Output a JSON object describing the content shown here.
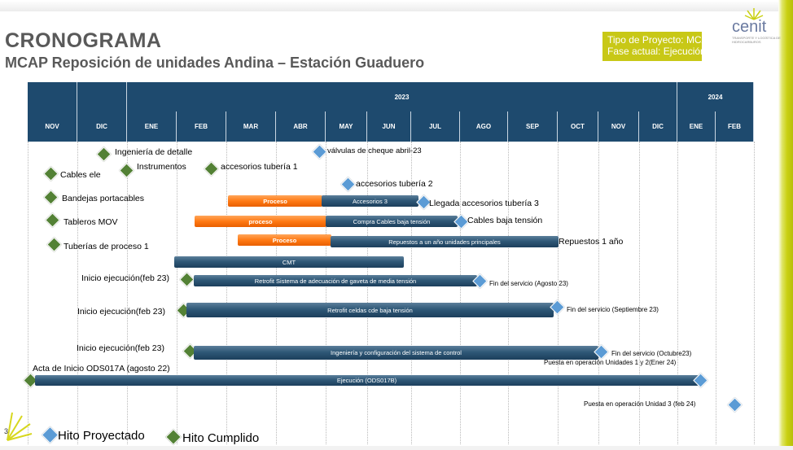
{
  "title": "CRONOGRAMA",
  "subtitle": "MCAP Reposición de unidades Andina – Estación Guaduero",
  "project_box": {
    "line1": "Tipo de Proyecto: MCAP",
    "line2": "Fase actual: Ejecución",
    "color": "#c8c816"
  },
  "logo": {
    "text": "cenit",
    "sub": "TRANSPORTE Y LOGÍSTICA DE HIDROCARBUROS"
  },
  "years": {
    "y2023": "2023",
    "y2024": "2024"
  },
  "months": [
    "NOV",
    "DIC",
    "ENE",
    "FEB",
    "MAR",
    "ABR",
    "MAY",
    "JUN",
    "JUL",
    "AGO",
    "SEP",
    "OCT",
    "NOV",
    "DIC",
    "ENE",
    "FEB"
  ],
  "colors": {
    "header": "#1e4a6e",
    "milestone_done": "#538135",
    "milestone_planned": "#5b9bd5",
    "bar": "#2f5877",
    "bar_process": "#ff7a14"
  },
  "labels": {
    "ingenieria": "Ingeniería de detalle",
    "instrumentos": "Instrumentos",
    "accesorios1": "accesorios tubería 1",
    "valvulas": "válvulas de cheque abril-23",
    "cables_ele": "Cables ele",
    "accesorios2": "accesorios tubería 2",
    "bandejas": "Bandejas portacables",
    "llegada3": "Llegada accesorios tubería 3",
    "tableros": "Tableros MOV",
    "cables_bt": "Cables baja tensión",
    "tuberias": "Tuberías de proceso 1",
    "repuestos": "Repuestos 1 año",
    "inicio1": "Inicio ejecución(feb 23)",
    "fin1": "Fin del servicio (Agosto 23)",
    "inicio2": "Inicio ejecución(feb 23)",
    "fin2": "Fin del servicio (Septiembre 23)",
    "inicio3": "Inicio ejecución(feb 23)",
    "fin3": "Fin del servicio (Octubre23)",
    "puesta12": "Puesta en operación Unidades 1 y 2(Ener 24)",
    "acta": "Acta de Inicio ODS017A  (agosto 22)",
    "puesta3": "Puesta en operación Unidad 3 (feb 24)"
  },
  "bars": {
    "proceso1": "Proceso",
    "accesorios3": "Accesorios 3",
    "proceso2": "proceso",
    "compra_cables": "Compra Cables baja tensión",
    "proceso3": "Proceso",
    "repuestos_bar": "Repuestos a un año unidades principales",
    "cmt": "CMT",
    "retrofit_media": "Retrofit Sistema de adecuación de gaveta de media tensión",
    "retrofit_celdas": "Retrofit celdas  cde baja tensión",
    "ingenieria_control": "Ingeniería y configuración del sistema de control",
    "ejecucion": "Ejecución (ODS017B)"
  },
  "legend": {
    "planned": "Hito Proyectado",
    "done": "Hito Cumplido"
  },
  "page_number": "3"
}
